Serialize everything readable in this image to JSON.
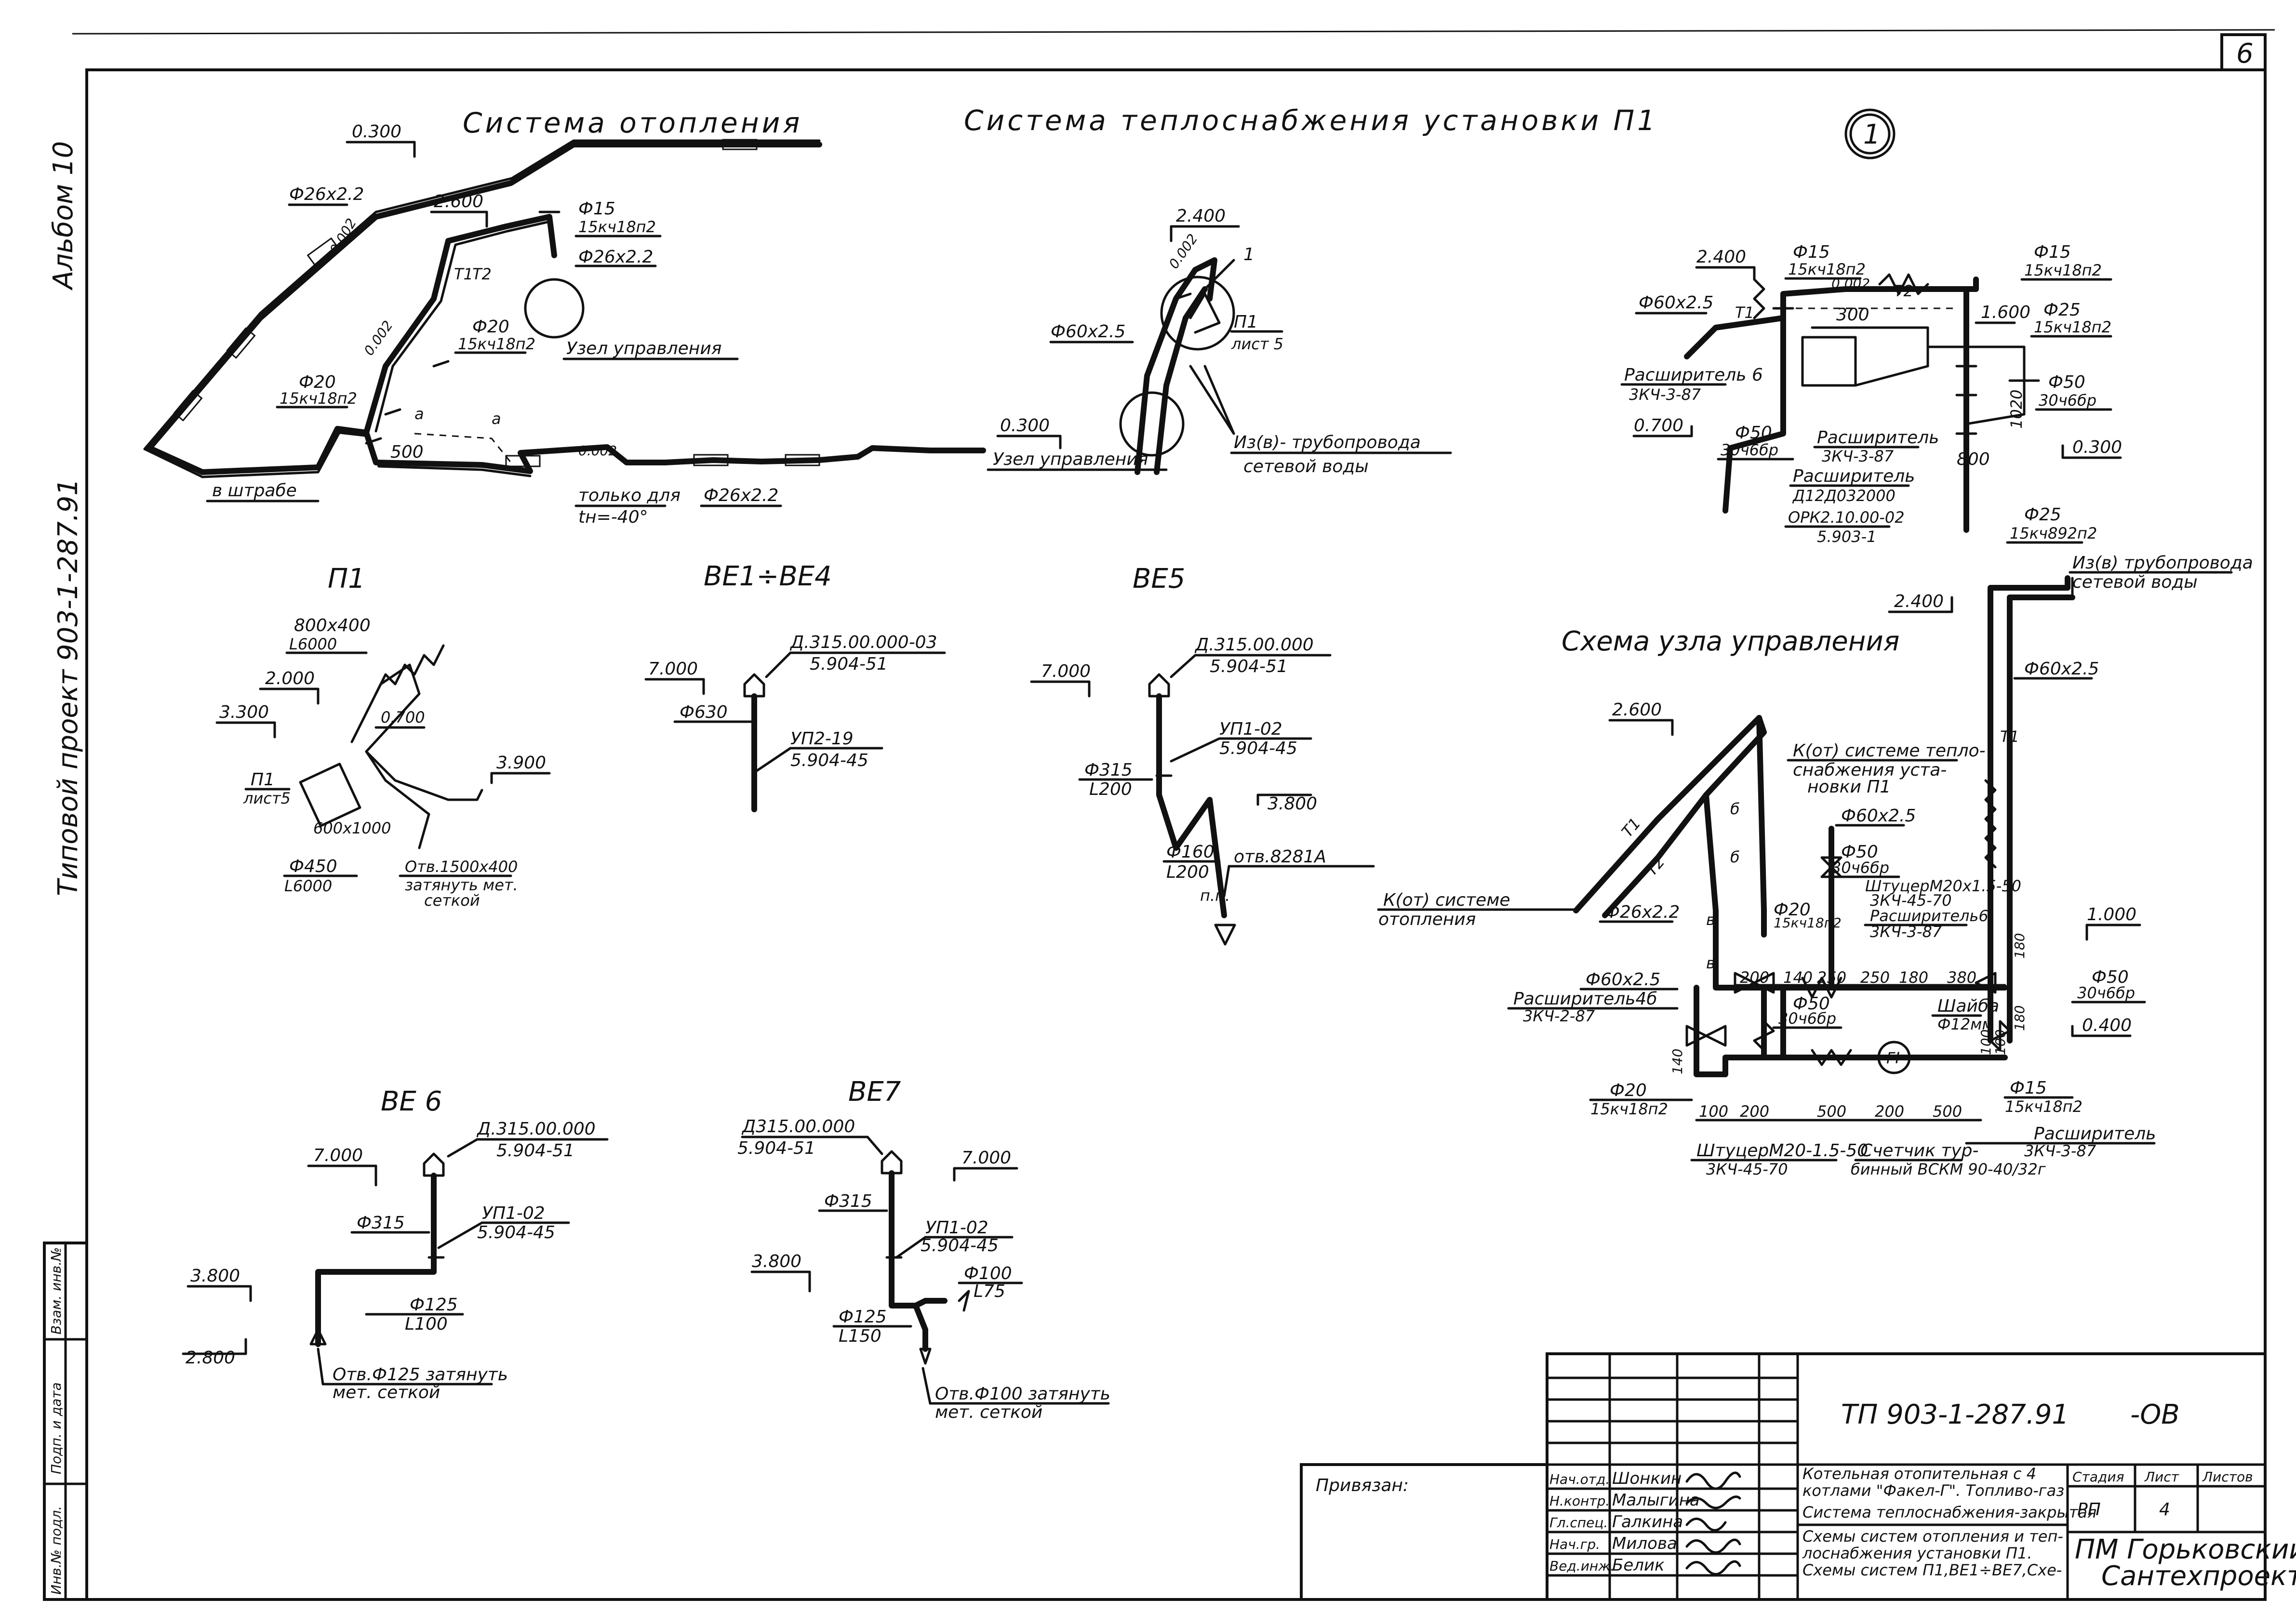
{
  "sheet_number": "6",
  "album": "Альбом 10",
  "project_side": "Типовой проект 903-1-287.91",
  "node_marker": "1",
  "heating": {
    "title": "Система отопления",
    "elev_0300": "0.300",
    "elev_2600": "2.600",
    "d26": "Ф26х2.2",
    "slope": "0.002",
    "slope2": "0.002",
    "slope3": "0.002",
    "d15": "Ф15",
    "d15_valve": "15кч18п2",
    "d26b": "Ф26х2.2",
    "d20": "Ф20",
    "d20_valve": "15кч18п2",
    "d20b": "Ф20",
    "d20b_valve": "15кч18п2",
    "t1": "Т1",
    "t2": "Т2",
    "a1": "а",
    "a2": "а",
    "node": "Узел управления",
    "dim500": "500",
    "groove": "в штрабе",
    "only_for": "только для",
    "temp": "tн=-40°",
    "d26c": "Ф26х2.2",
    "elev_0300b": "0.300",
    "node2": "Узел управления"
  },
  "supply": {
    "title": "Система теплоснабжения установки П1",
    "elev_2400": "2.400",
    "slope": "0.002",
    "d60": "Ф60х2.5",
    "mark1": "1",
    "p1": "П1",
    "sheet5": "лист 5",
    "from_pipe": "Из(в)- трубопровода",
    "net_water": "сетевой воды"
  },
  "detail1": {
    "elev_2400": "2.400",
    "d15a": "Ф15",
    "d15a_valve": "15кч18п2",
    "slope": "0.002",
    "t2": "Т2",
    "d15b": "Ф15",
    "d15b_valve": "15кч18п2",
    "d60": "Ф60х2.5",
    "t1": "Т1",
    "dim300": "300",
    "dim1600": "1.600",
    "d25": "Ф25",
    "d25_valve": "15кч18п2",
    "exp6": "Расширитель 6",
    "exp6_code": "3КЧ-3-87",
    "d50": "Ф50",
    "d50_valve": "30ч6бр",
    "elev_0700": "0.700",
    "d50b": "Ф50",
    "d50b_valve": "30ч6бр",
    "exp": "Расширитель",
    "exp_code": "3КЧ-3-87",
    "dim800": "800",
    "elev_0300": "0.300",
    "dim1020": "1020",
    "exp2": "Расширитель",
    "exp2_code": "Д12Д032000",
    "ork": "ОРК2.10.00-02",
    "ork2": "5.903-1",
    "d25b": "Ф25",
    "d25b_valve": "15кч892п2"
  },
  "p1": {
    "title": "П1",
    "size1": "800х400",
    "size1b": "L6000",
    "elev_2000": "2.000",
    "elev_3300": "3.300",
    "elev_0700": "0.700",
    "p1": "П1",
    "sheet5": "лист5",
    "size2": "600х1000",
    "elev_3900": "3.900",
    "d450": "Ф450",
    "d450b": "L6000",
    "hole": "Отв.1500х400",
    "hole2": "затянуть мет.",
    "hole3": "сеткой"
  },
  "be14": {
    "title": "ВЕ1÷ВЕ4",
    "elev": "7.000",
    "code": "Д.315.00.000-03",
    "code2": "5.904-51",
    "d630": "Ф630",
    "up": "УП2-19",
    "up2": "5.904-45"
  },
  "be5": {
    "title": "ВЕ5",
    "elev": "7.000",
    "code": "Д.315.00.000",
    "code2": "5.904-51",
    "up": "УП1-02",
    "up2": "5.904-45",
    "d315": "Ф315",
    "d315b": "L200",
    "elev_3800": "3.800",
    "d160": "Ф160",
    "d160b": "L200",
    "hole": "отв.8281А",
    "pp": "п.п."
  },
  "be6": {
    "title": "ВЕ 6",
    "elev": "7.000",
    "code": "Д.315.00.000",
    "code2": "5.904-51",
    "d315": "Ф315",
    "up": "УП1-02",
    "up2": "5.904-45",
    "elev_3800": "3.800",
    "elev_2800": "2.800",
    "d125": "Ф125",
    "d125b": "L100",
    "hole": "Отв.Ф125 затянуть",
    "hole2": "мет. сеткой"
  },
  "be7": {
    "title": "ВЕ7",
    "code": "Д315.00.000",
    "code2": "5.904-51",
    "elev": "7.000",
    "d315": "Ф315",
    "up": "УП1-02",
    "up2": "5.904-45",
    "elev_3800": "3.800",
    "d100": "Ф100",
    "d100b": "L75",
    "d125": "Ф125",
    "d125b": "L150",
    "hole": "Отв.Ф100 затянуть",
    "hole2": "мет. сеткой"
  },
  "node_scheme": {
    "title": "Схема узла управления",
    "from_pipe": "Из(в) трубопровода",
    "net_water": "сетевой воды",
    "elev_2400": "2.400",
    "d60": "Ф60х2.5",
    "t1": "Т1",
    "elev_2600": "2.600",
    "k_supply": "К(от) системе тепло-",
    "k_supply2": "снабжения уста-",
    "k_supply3": "новки П1",
    "d60b": "Ф60х2.5",
    "t1b": "Т1",
    "t2b": "Т2",
    "b1": "б",
    "b2": "б",
    "b3": "в",
    "b4": "в",
    "d50": "Ф50",
    "d50_valve": "30ч6бр",
    "fitting": "ШтуцерМ20х1.5-50",
    "fitting_code": "3КЧ-45-70",
    "exp6": "Расширитель6",
    "exp6_code": "3КЧ-3-87",
    "k_heat": "К(от) системе",
    "k_heat2": "отопления",
    "d26": "Ф26х2.2",
    "d20": "Ф20",
    "d20_valve": "15кч18п2",
    "elev_1000": "1.000",
    "dims": [
      "200",
      "140",
      "250",
      "250",
      "180",
      "380"
    ],
    "d60c": "Ф60х2.5",
    "exp4": "Расширитель4б",
    "exp4_code": "3КЧ-2-87",
    "d50b": "Ф50",
    "d50b_valve": "30ч6бр",
    "washer": "Шайба",
    "washer2": "Ф12мм",
    "d50c": "Ф50",
    "d50c_valve": "30ч6бр",
    "elev_0400": "0.400",
    "dim180": "180",
    "dim180b": "180",
    "dim100": "100",
    "dim100b": "100",
    "dim140": "140",
    "fi": "FI",
    "d15": "Ф15",
    "d15_valve": "15кч18п2",
    "d20b": "Ф20",
    "d20b_valve": "15кч18п2",
    "bot_dims": [
      "100",
      "200",
      "500",
      "200",
      "500"
    ],
    "fitting2": "ШтуцерМ20-1.5-50",
    "fitting2_code": "3КЧ-45-70",
    "meter": "Счетчик  тур-",
    "meter2": "бинный ВСКМ 90-40/32г",
    "exp_end": "Расширитель",
    "exp_end_code": "3КЧ-3-87"
  },
  "stamp": {
    "cols": [
      "Инв.№ подл.",
      "Подп. и дата",
      "Взам. инв.№"
    ]
  },
  "titleblock": {
    "code": "ТП 903-1-287.91",
    "suffix": "-ОВ",
    "bound": "Привязан:",
    "roles": [
      "Нач.отд.",
      "Н.контр.",
      "Гл.спец.",
      "Нач.гр.",
      "Вед.инж."
    ],
    "names": [
      "Шонкин",
      "Малыгина",
      "Галкина",
      "Милова",
      "Белик"
    ],
    "desc1": "Котельная отопительная с 4",
    "desc2": "котлами \"Факел-Г\". Топливо-газ",
    "desc3": "Система теплоснабжения-закрытая",
    "desc4": "Схемы систем отопления и теп-",
    "desc5": "лоснабжения установки П1.",
    "desc6": "Схемы систем П1,ВЕ1÷ВЕ7,Схе-",
    "stage_h": "Стадия",
    "sheet_h": "Лист",
    "sheets_h": "Листов",
    "stage": "РП",
    "sheet": "4",
    "org1": "ПМ Горьковский",
    "org2": "Сантехпроект"
  }
}
